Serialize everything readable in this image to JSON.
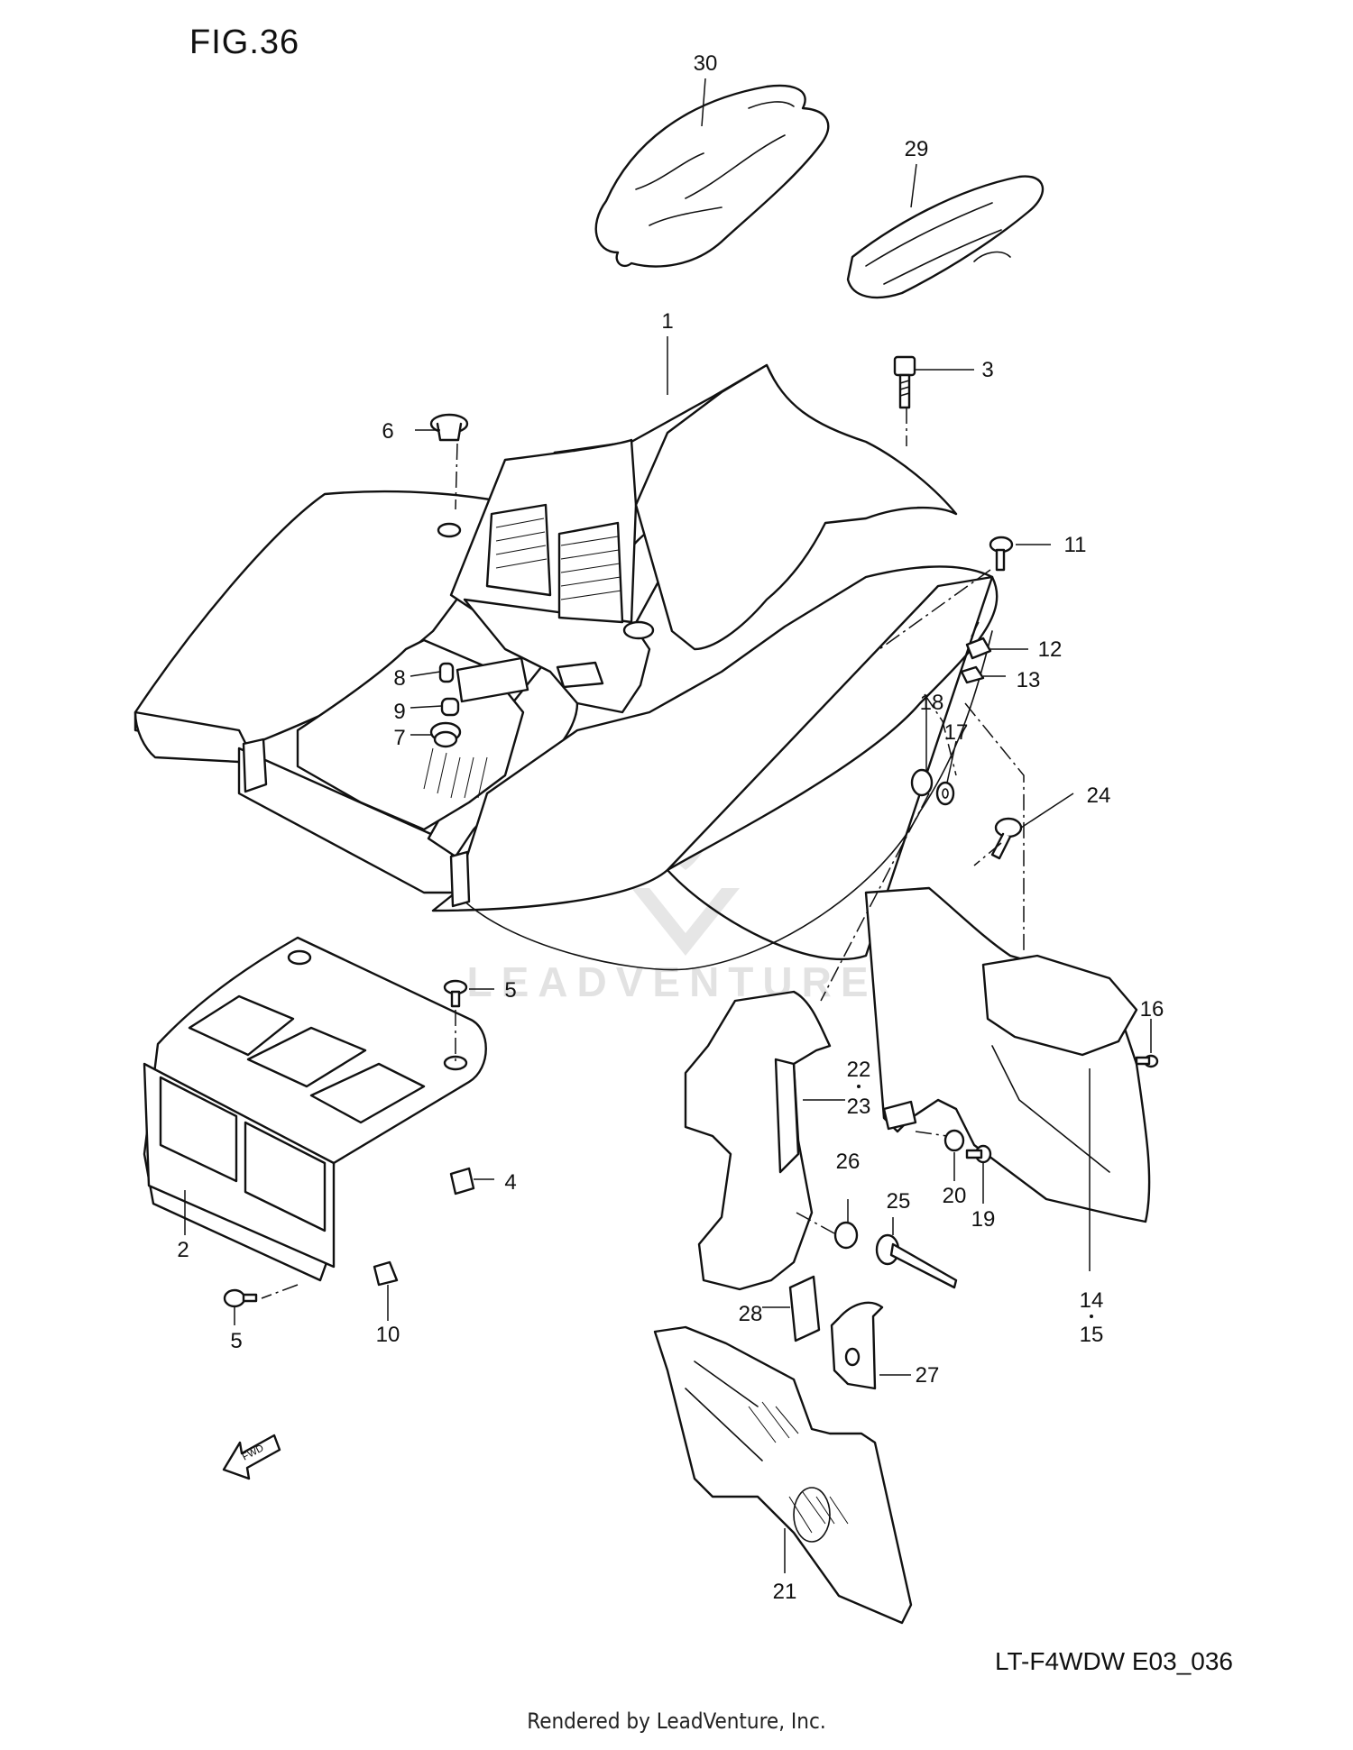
{
  "figure_title": "FIG.36",
  "model_code": "LT-F4WDW E03_036",
  "footer": "Rendered by LeadVenture, Inc.",
  "watermark": "LEADVENTURE",
  "fwd_label": "FWD",
  "labels": {
    "p1": "1",
    "p2": "2",
    "p3": "3",
    "p4": "4",
    "p5a": "5",
    "p5b": "5",
    "p6": "6",
    "p7": "7",
    "p8": "8",
    "p9": "9",
    "p10": "10",
    "p11": "11",
    "p12": "12",
    "p13": "13",
    "p14": "14",
    "p15": "15",
    "p16": "16",
    "p17": "17",
    "p18": "18",
    "p19": "19",
    "p20": "20",
    "p21": "21",
    "p22": "22",
    "p23": "23",
    "p24": "24",
    "p25": "25",
    "p26": "26",
    "p27": "27",
    "p28": "28",
    "p29": "29",
    "p30": "30"
  }
}
